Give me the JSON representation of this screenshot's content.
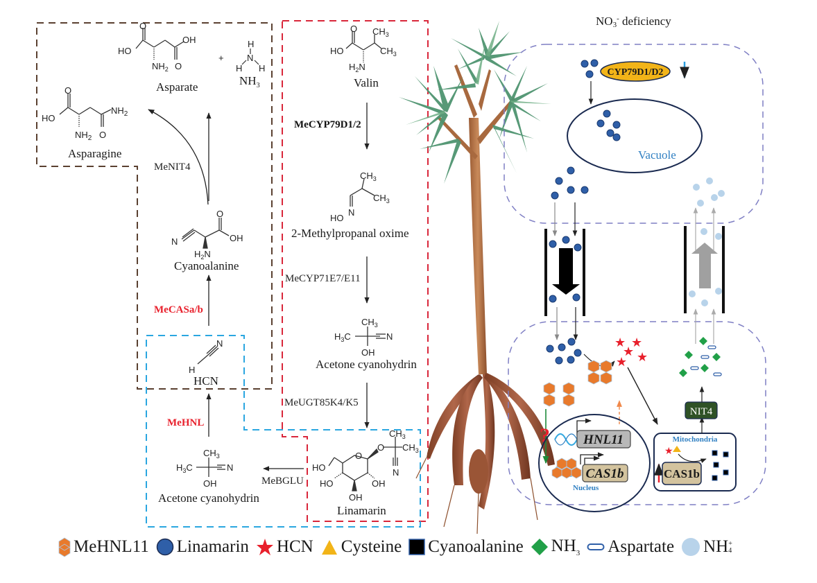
{
  "title": "NO3- deficiency",
  "title_main": "NO",
  "title_sub": "3",
  "title_sup": "-",
  "title_rest": " deficiency",
  "colors": {
    "brown_box": "#5a4030",
    "red_box": "#d9263a",
    "blue_box": "#2aa6e0",
    "cell_dash": "#7f7fc4",
    "linamarin": "#2f5fa8",
    "hcn": "#e8202c",
    "cysteine": "#f2b418",
    "cyanoalanine": "#000000",
    "nh3": "#21a048",
    "nh4": "#b8d3ea",
    "mehnl11": "#e87a2c",
    "cyp_oval": "#f2b418",
    "nit4_box": "#2f5226",
    "gene_gray": "#b8b8b8",
    "gene_tan": "#d3c39e",
    "vacuole_text": "#2f7fc2",
    "mito_text": "#2f7fc2"
  },
  "compounds": {
    "asparate": "Asparate",
    "nh3": "NH",
    "nh3_sub": "3",
    "plus": "+",
    "asparagine": "Asparagine",
    "valin": "Valin",
    "oxime": "2-Methylpropanal oxime",
    "acetone_cyanohydrin_1": "Acetone cyanohydrin",
    "acetone_cyanohydrin_2": "Acetone cyanohydrin",
    "linamarin": "Linamarin",
    "hcn": "HCN",
    "cyanoalanine": "Cyanoalanine"
  },
  "atoms": {
    "HO": "HO",
    "OH": "OH",
    "O": "O",
    "NH2": "NH",
    "two": "2",
    "N": "N",
    "H": "H",
    "CH3": "CH",
    "three": "3",
    "H3C": "H",
    "C": "C",
    "H2N": "H",
    "N_suffix": "N"
  },
  "enzymes": {
    "mecyp79": "MeCYP79D1/2",
    "mecyp71": "MeCYP71E7/E11",
    "meugt": "MeUGT85K4/K5",
    "mebglu": "MeBGLU",
    "mehnl": "MeHNL",
    "mecas": "MeCASa/b",
    "menit4": "MeNIT4"
  },
  "cell": {
    "cyp_label": "CYP79D1/D2",
    "vacuole": "Vacuole",
    "hnl11": "HNL11",
    "cas1b_nucleus": "CAS1b",
    "nucleus": "Nucleus",
    "mitochondria": "Mitochondria",
    "cas1b_mito": "CAS1b",
    "nit4": "NIT4",
    "question": "?"
  },
  "legend": [
    {
      "icon": "mehnl11-hexagon-icon",
      "label": "MeHNL11"
    },
    {
      "icon": "linamarin-circle-icon",
      "label": "Linamarin"
    },
    {
      "icon": "hcn-star-icon",
      "label": "HCN"
    },
    {
      "icon": "cysteine-triangle-icon",
      "label": "Cysteine"
    },
    {
      "icon": "cyanoalanine-square-icon",
      "label": "Cyanoalanine"
    },
    {
      "icon": "nh3-diamond-icon",
      "label": "NH",
      "sub": "3"
    },
    {
      "icon": "aspartate-capsule-icon",
      "label": "Aspartate"
    },
    {
      "icon": "nh4-circle-icon",
      "label": "NH",
      "sub": "4",
      "sup": "+"
    }
  ]
}
